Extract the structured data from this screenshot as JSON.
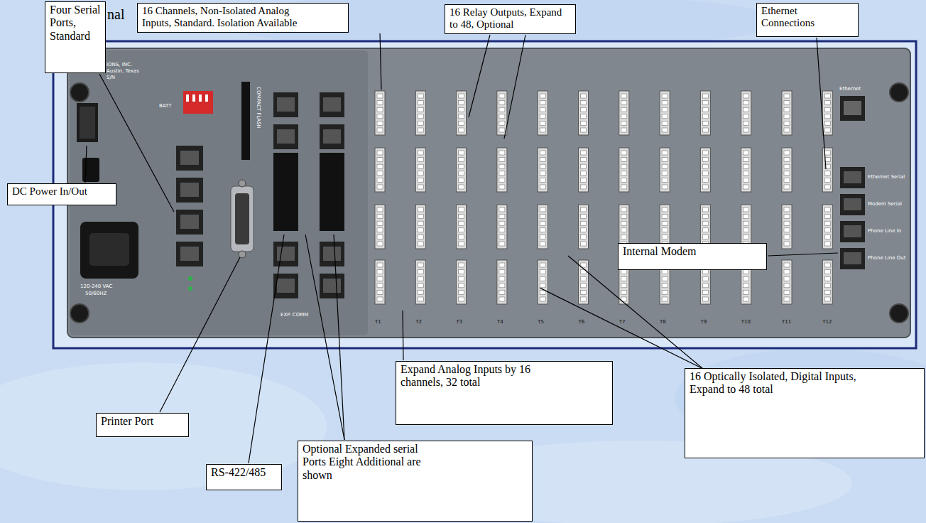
{
  "diagram": {
    "title": "nal",
    "nodes": [
      {
        "text": [
          "Four Serial Ports, Standard"
        ]
      },
      {
        "text": [
          "16 Channels, Non-Isolated Analog Inputs, Standard. Isolation Available"
        ]
      },
      {
        "text": [
          "16 Relay Outputs, Expand to 48, Optional"
        ]
      },
      {
        "text": [
          "Ethernet Connections"
        ]
      },
      {
        "text": [
          "DC Power In/Out"
        ]
      },
      {
        "text": [
          "Internal Modem"
        ]
      },
      {
        "text": [
          "Expand Analog Inputs by 16 channels, 32 total"
        ]
      },
      {
        "text": [
          "16 Optically Isolated, Digital Inputs, Expand to 48 total"
        ]
      },
      {
        "text": [
          "Printer Port"
        ]
      },
      {
        "text": [
          "Optional Expanded serial Ports Eight Additional are shown"
        ]
      },
      {
        "text": [
          "RS-422/485"
        ]
      }
    ],
    "labels": [
      "IONS, INC.",
      "Austin, Texas",
      "S/N",
      "BATT",
      "COMPACT FLASH",
      "120-240 VAC",
      "50/60HZ",
      "EXP. COMM",
      "T1",
      "T2",
      "T3",
      "T4",
      "T5",
      "T6",
      "T7",
      "T8",
      "T9",
      "T10",
      "T11",
      "T12",
      "Ethernet",
      "Ethernet Serial",
      "Modem Serial",
      "Phone Line In",
      "Phone Line Out"
    ]
  }
}
